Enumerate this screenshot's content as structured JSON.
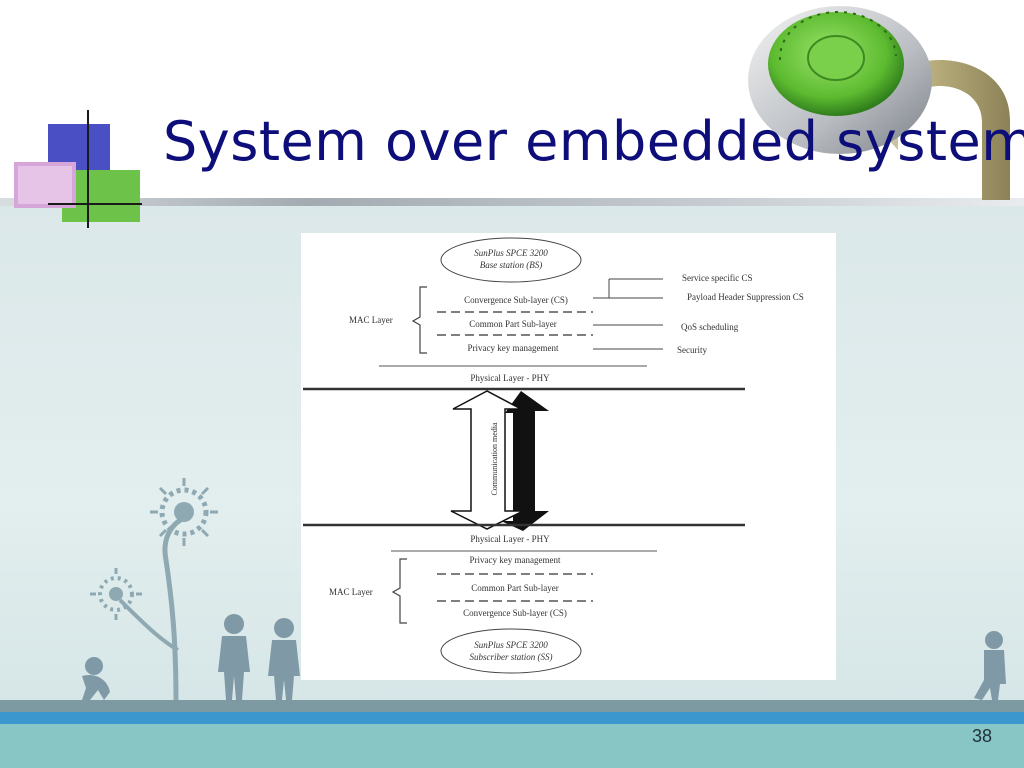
{
  "slide": {
    "title": "System over embedded system",
    "number": "38"
  },
  "diagram": {
    "base_station": {
      "line1": "SunPlus SPCE 3200",
      "line2": "Base station (BS)"
    },
    "subscriber_station": {
      "line1": "SunPlus SPCE 3200",
      "line2": "Subscriber station (SS)"
    },
    "top_mac_label": "MAC Layer",
    "bottom_mac_label": "MAC Layer",
    "top_layers": {
      "cs": "Convergence Sub-layer (CS)",
      "cps": "Common Part Sub-layer",
      "pkm": "Privacy key management",
      "phy": "Physical Layer - PHY"
    },
    "bottom_layers": {
      "phy": "Physical Layer - PHY",
      "pkm": "Privacy key management",
      "cps": "Common Part Sub-layer",
      "cs": "Convergence Sub-layer (CS)"
    },
    "annotations": {
      "service_cs": "Service specific CS",
      "phs": "Payload Header Suppression CS",
      "qos": "QoS scheduling",
      "security": "Security"
    },
    "media_label": "Communication media"
  },
  "colors": {
    "title": "#0d0e7a",
    "footer": "#88c6c6",
    "stripe_blue": "#3d97cf",
    "lock_dial": "#6cc93c"
  },
  "icons": [
    "padlock-icon",
    "flower-icon",
    "person-icon"
  ]
}
